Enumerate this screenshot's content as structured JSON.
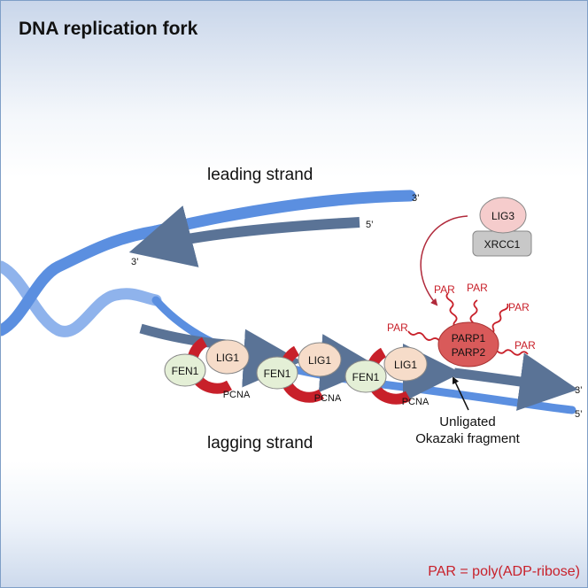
{
  "title": "DNA replication fork",
  "labels": {
    "leading_strand": "leading strand",
    "lagging_strand": "lagging strand",
    "leading_3prime": "3’",
    "template_5prime": "5’",
    "leading_arrow_3prime": "3’",
    "lagging_3prime": "3’",
    "lagging_5prime": "5’",
    "unligated_line1": "Unligated",
    "unligated_line2": "Okazaki fragment"
  },
  "proteins": {
    "lig3": "LIG3",
    "xrcc1": "XRCC1",
    "parp1": "PARP1",
    "parp2": "PARP2",
    "par": "PAR",
    "complexes": [
      {
        "fen": "FEN1",
        "lig": "LIG1",
        "pcna": "PCNA"
      },
      {
        "fen": "FEN1",
        "lig": "LIG1",
        "pcna": "PCNA"
      },
      {
        "fen": "FEN1",
        "lig": "LIG1",
        "pcna": "PCNA"
      }
    ]
  },
  "footnote": "PAR = poly(ADP-ribose)",
  "colors": {
    "strand_blue": "#5b8fe0",
    "arrow_slate": "#5a7396",
    "par_red": "#c8202a",
    "pcna_red": "#c8202a",
    "fen_fill": "#e4efd6",
    "lig_fill": "#f6dcc9",
    "parp_fill": "#d95a5a",
    "lig3_fill": "#f5cccc",
    "xrcc1_fill": "#c8c8c8"
  }
}
